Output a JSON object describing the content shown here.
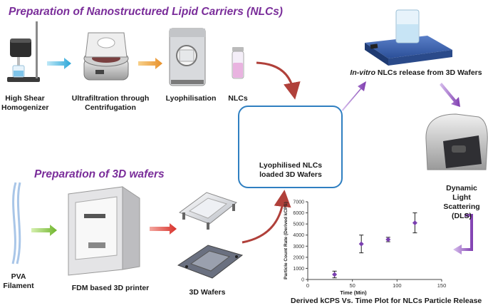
{
  "headings": {
    "nlc": "Preparation of Nanostructured Lipid Carriers (NLCs)",
    "wafers": "Preparation of 3D wafers"
  },
  "steps": {
    "homogenizer": "High Shear Homogenizer",
    "ultrafiltration": "Ultrafiltration through Centrifugation",
    "lyophilisation": "Lyophilisation",
    "nlcs": "NLCs",
    "center": "Lyophilised NLCs loaded 3D Wafers",
    "release_prefix": "In-vitro",
    "release_rest": " NLCs release from 3D Wafers",
    "dls": "Dynamic Light Scattering (DLS)",
    "pva": "PVA Filament",
    "printer": "FDM based 3D printer",
    "wafers": "3D Wafers"
  },
  "chart_data": {
    "type": "scatter",
    "title": "Derived kCPS Vs. Time Plot for NLCs Particle Release",
    "xlabel": "Time (Min)",
    "ylabel": "Particle Count Rate (Derived kCPS)",
    "xlim": [
      0,
      150
    ],
    "ylim": [
      0,
      7000
    ],
    "x_ticks": [
      "0",
      "50",
      "100",
      "150"
    ],
    "y_ticks": [
      "0",
      "1000",
      "2000",
      "3000",
      "4000",
      "5000",
      "6000",
      "7000"
    ],
    "x": [
      30,
      60,
      90,
      120
    ],
    "values": [
      450,
      3200,
      3600,
      5100
    ],
    "errors": [
      300,
      800,
      200,
      900
    ],
    "marker_color": "#7a3fb0"
  },
  "colors": {
    "heading": "#7a2d9a",
    "blue_arrow": "#2aa6d8",
    "orange_arrow": "#e8902a",
    "green_arrow": "#7cc33a",
    "red_arrow": "#d8302a",
    "purple_arrow": "#8a4bb8",
    "curved_arrow": "#b0403a",
    "box_border": "#2f7fc1"
  }
}
